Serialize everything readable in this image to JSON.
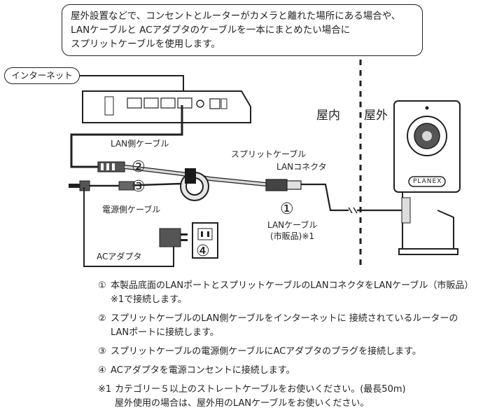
{
  "callout_lines": [
    "屋外設置などで、コンセントとルーターがカメラと離れた場所にある場合や、",
    "LANケーブルと ACアダプタのケーブルを一本にまとめたい場合に",
    "スプリットケーブルを使用します。"
  ],
  "labels": {
    "internet": "インターネット",
    "indoor": "屋内",
    "outdoor": "屋外",
    "lan_side_cable": "LAN側ケーブル",
    "split_cable": "スプリットケーブル",
    "lan_connector": "LANコネクタ",
    "power_side_cable": "電源側ケーブル",
    "lan_cable_line1": "LANケーブル",
    "lan_cable_line2": "(市販品)※1",
    "ac_adapter": "ACアダプタ",
    "camera_brand": "PLANEX",
    "num1": "①",
    "num2": "②",
    "num3": "③",
    "num4": "④"
  },
  "steps": [
    {
      "num": "①",
      "text": "本製品底面のLANポートとスプリットケーブルのLANコネクタをLANケーブル（市販品）※1で接続します。"
    },
    {
      "num": "②",
      "text": "スプリットケーブルのLAN側ケーブルをインターネットに 接続されているルーターのLANポートに接続します。"
    },
    {
      "num": "③",
      "text": "スプリットケーブルの電源側ケーブルにACアダプタのプラグを接続します。"
    },
    {
      "num": "④",
      "text": "ACアダプタを電源コンセントに接続します。"
    }
  ],
  "note": {
    "mark": "※1",
    "line1": "カテゴリー５以上のストレートケーブルをお使いください。(最長50m)",
    "line2": "屋外使用の場合は、屋外用のLANケーブルをお使いください。"
  }
}
